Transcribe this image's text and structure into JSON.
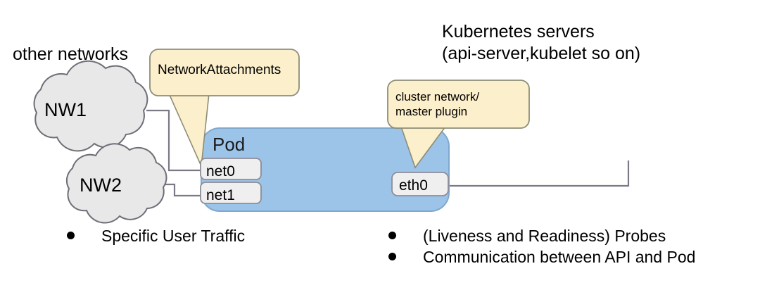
{
  "diagram": {
    "title_labels": {
      "other_networks": "other networks",
      "kubernetes_servers_line1": "Kubernetes servers",
      "kubernetes_servers_line2": "(api-server,kubelet so on)"
    },
    "clouds": [
      {
        "name": "NW1",
        "label": "NW1"
      },
      {
        "name": "NW2",
        "label": "NW2"
      }
    ],
    "pod": {
      "label": "Pod",
      "fill_color": "#9CC3E8",
      "border_color": "#7FA8CC",
      "interfaces": [
        {
          "name": "net0",
          "label": "net0"
        },
        {
          "name": "net1",
          "label": "net1"
        },
        {
          "name": "eth0",
          "label": "eth0"
        }
      ],
      "interface_fill": "#EFEFEF",
      "interface_border": "#8D8D97"
    },
    "callouts": [
      {
        "name": "network-attachments",
        "lines": [
          "NetworkAttachments"
        ],
        "fill_color": "#FCEFCB",
        "border_color": "#8D8D77"
      },
      {
        "name": "cluster-network-master-plugin",
        "lines": [
          "cluster network/",
          "master plugin"
        ],
        "fill_color": "#FCEFCB",
        "border_color": "#8D8D77"
      }
    ],
    "bullets_left": [
      "Specific User Traffic"
    ],
    "bullets_right": [
      "(Liveness and Readiness) Probes",
      "Communication between API and Pod"
    ],
    "connector_color": "#7A7A86"
  }
}
